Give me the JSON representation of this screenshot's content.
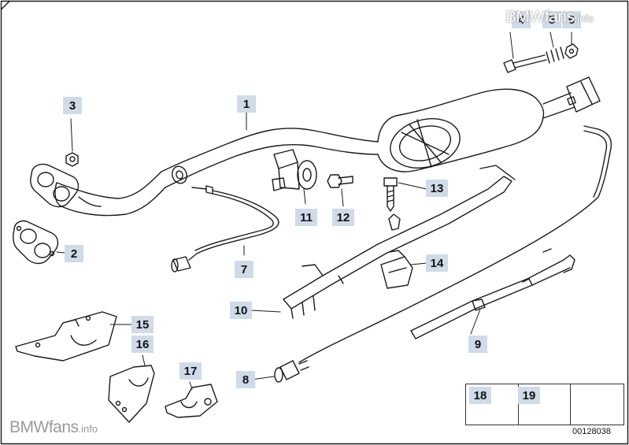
{
  "watermark": {
    "brand_top": "BMWfans",
    "suffix_top": ".info",
    "brand_bottom": "BMWfans",
    "suffix_bottom": ".info"
  },
  "document_number": "00128038",
  "callouts": {
    "c1": "1",
    "c2": "2",
    "c3": "3",
    "c4": "4",
    "c5": "5",
    "c6": "6",
    "c7": "7",
    "c8": "8",
    "c9": "9",
    "c10": "10",
    "c11": "11",
    "c12": "12",
    "c13": "13",
    "c14": "14",
    "c15": "15",
    "c16": "16",
    "c17": "17",
    "c18": "18",
    "c19": "19"
  },
  "colors": {
    "line": "#1a1a1a",
    "callout_bg": "#cfdbe8",
    "background": "#ffffff"
  }
}
